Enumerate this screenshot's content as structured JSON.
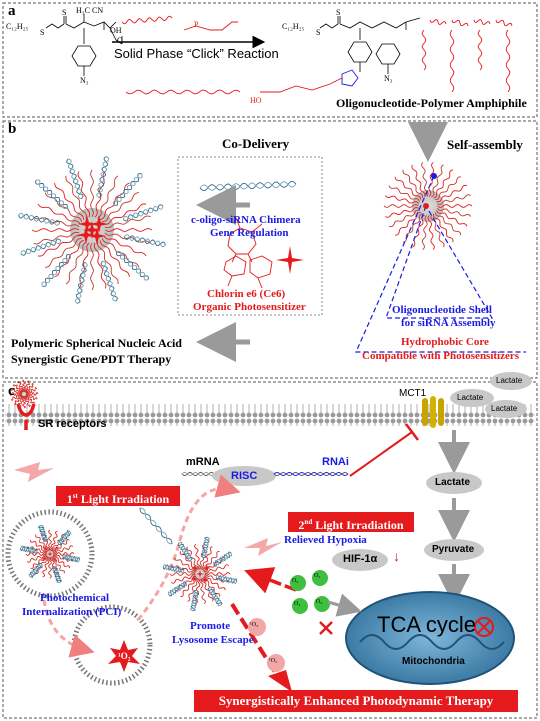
{
  "panel_a": {
    "letter": "a",
    "reaction_label": "Solid Phase “Click” Reaction",
    "product_label": "Oligonucleotide-Polymer Amphiphile",
    "chem": {
      "c12": "C₁₂H₂₅",
      "c12b": "C₁₂H₂₅",
      "s1": "S",
      "s2": "S",
      "s3": "S",
      "s4": "S",
      "h3c": "H₃C",
      "cn": "CN",
      "oh": "OH",
      "o": "O",
      "n3": "N₃",
      "n3b": "N₃",
      "ho": "HO",
      "p": "P"
    }
  },
  "panel_b": {
    "letter": "b",
    "codelivery": "Co-Delivery",
    "selfassembly": "Self-assembly",
    "sirna_line1": "c-oligo-siRNA Chimera",
    "sirna_line2": "Gene Regulation",
    "ce6_line1": "Chlorin e6 (Ce6)",
    "ce6_line2": "Organic Photosensitizer",
    "snA_line1": "Polymeric Spherical Nucleic Acid",
    "snA_line2": "Synergistic Gene/PDT Therapy",
    "shell_line1": "Oligonucleotide Shell",
    "shell_line2": "for siRNA Assembly",
    "core_line1": "Hydrophobic Core",
    "core_line2": "Compatible with Photosensitizers"
  },
  "panel_c": {
    "letter": "c",
    "sr": "SR receptors",
    "lactate_out": [
      "Lactate",
      "Lactate",
      "Lactate"
    ],
    "mct1": "MCT1",
    "mrna": "mRNA",
    "risc": "RISC",
    "rnai": "RNAi",
    "lactate_in": "Lactate",
    "pyruvate": "Pyruvate",
    "first_light_sup": "st",
    "first_light_pre": "1",
    "first_light_post": " Light Irradiation",
    "second_light_sup": "nd",
    "second_light_pre": "2",
    "second_light_post": " Light Irradiation",
    "pci_line1": "Photochemical",
    "pci_line2": "Internalization (PCI)",
    "o2_singlet": "¹O₂",
    "o2": "O₂",
    "relieved": "Relieved Hypoxia",
    "hif": "HIF-1α",
    "hif_arrow": "↓",
    "tca": "TCA cycle",
    "mito": "Mitochondria",
    "promote_line1": "Promote",
    "promote_line2": "Lysosome Escape",
    "synergy": "Synergistically Enhanced Photodynamic Therapy"
  },
  "colors": {
    "red": "#e41a1c",
    "blue": "#1a1ae6",
    "gray": "#c8c8c8",
    "membrane": "#b5b5b5",
    "mito": "#4f8fb8"
  }
}
